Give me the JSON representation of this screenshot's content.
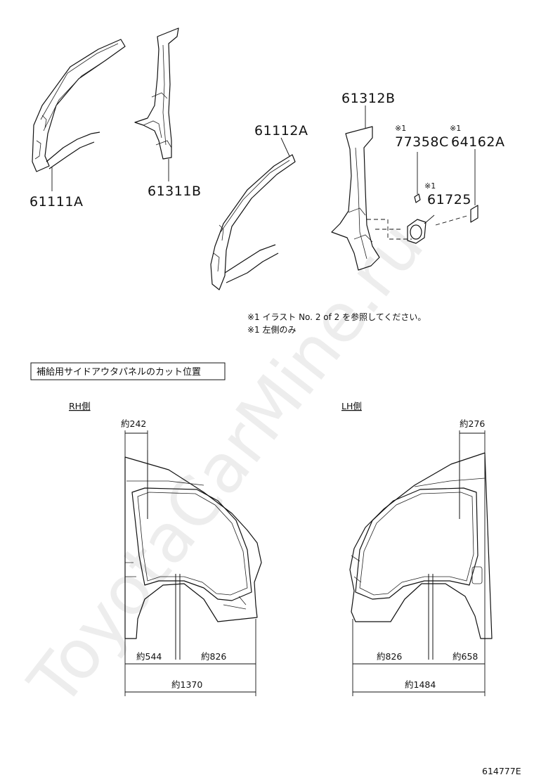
{
  "parts": {
    "p61111A": "61111A",
    "p61311B": "61311B",
    "p61112A": "61112A",
    "p61312B": "61312B",
    "p77358C": "77358C",
    "p64162A": "64162A",
    "p61725": "61725",
    "note_mark": "※1"
  },
  "notes": {
    "line1": "※1 イラスト No. 2 of 2 を参照してください。",
    "line2": "※1 左側のみ"
  },
  "cut_section": {
    "title": "補給用サイドアウタパネルのカット位置",
    "rh": {
      "label": "RH側",
      "top": "約242",
      "left": "約544",
      "right": "約826",
      "total": "約1370"
    },
    "lh": {
      "label": "LH側",
      "top": "約276",
      "left": "約826",
      "right": "約658",
      "total": "約1484"
    }
  },
  "watermark": "ToyotaCarMine.ru",
  "diagram_code": "614777E"
}
